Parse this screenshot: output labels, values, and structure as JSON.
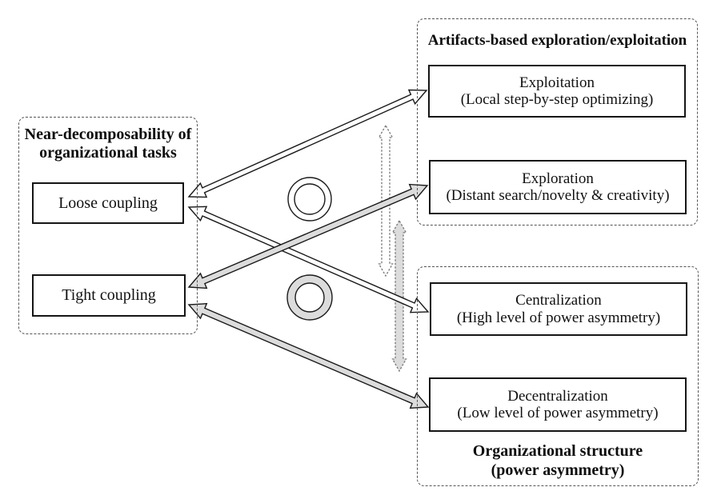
{
  "colors": {
    "background": "#ffffff",
    "arrow_white_fill": "#ffffff",
    "arrow_gray_fill": "#dcdcdc",
    "solid_outline": "#1a1a1a",
    "dashed_outline": "#777777",
    "box_border": "#151515",
    "panel_border": "#555555"
  },
  "left_panel": {
    "title_lines": [
      "Near-decomposability of",
      "organizational tasks"
    ],
    "boxes": [
      {
        "label": "Loose coupling"
      },
      {
        "label": "Tight coupling"
      }
    ]
  },
  "artifacts_panel": {
    "title": "Artifacts-based exploration/exploitation",
    "boxes": [
      {
        "name": "Exploitation",
        "detail": "(Local step-by-step optimizing)"
      },
      {
        "name": "Exploration",
        "detail": "(Distant search/novelty & creativity)"
      }
    ]
  },
  "structure_panel": {
    "title_lines": [
      "Organizational structure",
      "(power asymmetry)"
    ],
    "boxes": [
      {
        "name": "Centralization",
        "detail": "(High level of power asymmetry)"
      },
      {
        "name": "Decentralization",
        "detail": "(Low level of power asymmetry)"
      }
    ]
  },
  "connections": [
    {
      "from": "Loose coupling",
      "to": "Exploitation",
      "style": "white-solid",
      "bidirectional": true
    },
    {
      "from": "Loose coupling",
      "to": "Centralization",
      "style": "white-solid",
      "bidirectional": true
    },
    {
      "from": "Tight coupling",
      "to": "Exploration",
      "style": "gray-solid",
      "bidirectional": true
    },
    {
      "from": "Tight coupling",
      "to": "Decentralization",
      "style": "gray-solid",
      "bidirectional": true
    },
    {
      "between": "artifacts boxes region",
      "style": "white-dashed-vertical",
      "bidirectional": true
    },
    {
      "between": "exploration and structure region",
      "style": "gray-dashed-vertical",
      "bidirectional": true
    }
  ],
  "ring_markers": [
    {
      "shape": "ring",
      "fill": "white",
      "near": "loose-coupling arrows"
    },
    {
      "shape": "ring",
      "fill": "gray",
      "near": "tight-coupling arrows"
    }
  ]
}
